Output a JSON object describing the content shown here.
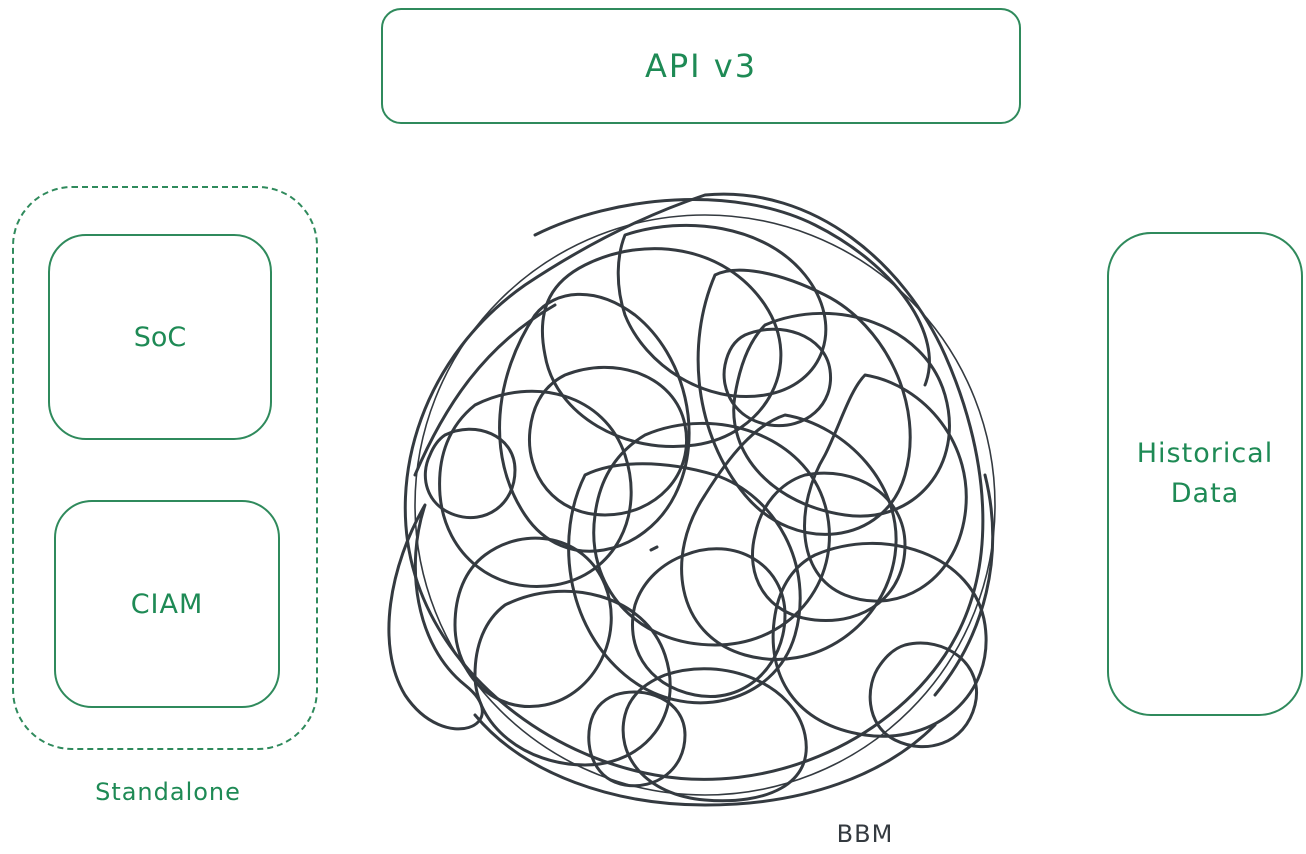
{
  "diagram": {
    "api_box": {
      "label": "API v3"
    },
    "standalone_group": {
      "label": "Standalone",
      "items": [
        {
          "label": "SoC"
        },
        {
          "label": "CIAM"
        }
      ]
    },
    "historical_box": {
      "label": "Historical Data"
    },
    "bbm": {
      "label": "BBM"
    }
  },
  "colors": {
    "accent": "#1e8a55",
    "tangle": "#343a40"
  }
}
